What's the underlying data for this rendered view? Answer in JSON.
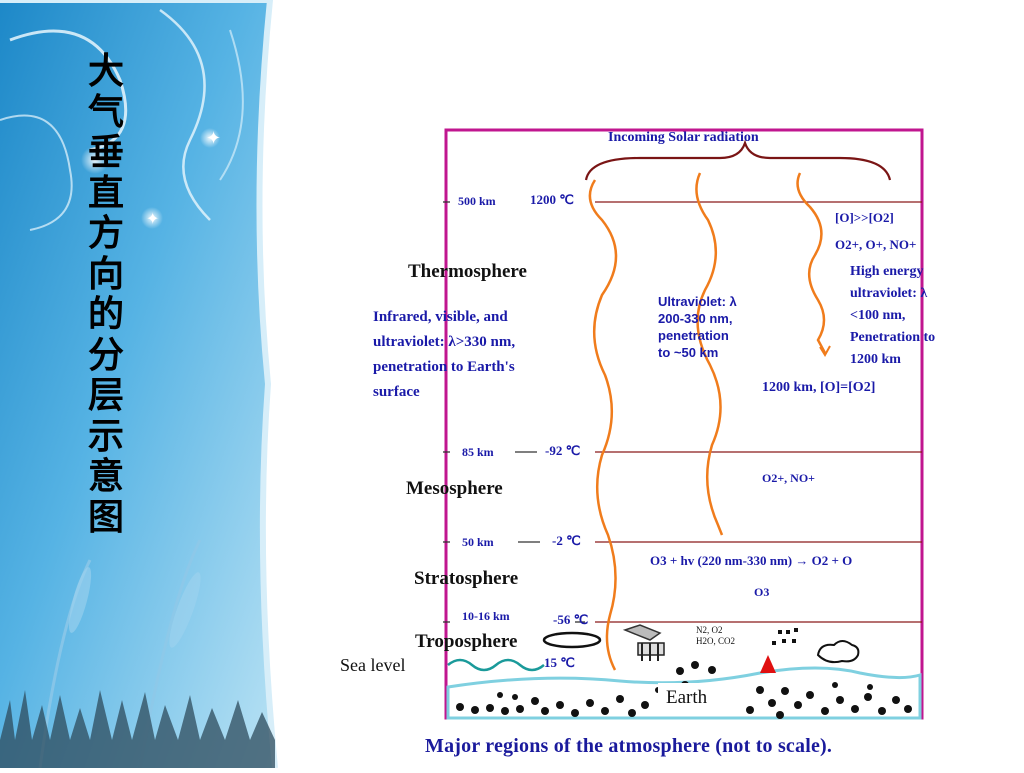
{
  "slide": {
    "vertical_title": "大气垂直方向的分层示意图",
    "caption": "Major regions of the atmosphere (not to scale)."
  },
  "diagram": {
    "incoming": "Incoming Solar radiation",
    "layers": {
      "thermosphere": "Thermosphere",
      "mesosphere": "Mesosphere",
      "stratosphere": "Stratosphere",
      "troposphere": "Troposphere"
    },
    "altitudes": {
      "a500": "500 km",
      "t1200": "1200 ℃",
      "a85": "85 km",
      "t92": "-92 ℃",
      "a50": "50 km",
      "t2": "-2 ℃",
      "a1016": "10-16 km",
      "t56": "-56 ℃",
      "t15": "15 ℃"
    },
    "sea_level": "Sea level",
    "earth": "Earth",
    "thermo_note": [
      "Infrared, visible, and",
      "ultraviolet: λ>330 nm,",
      "penetration to Earth's",
      "surface"
    ],
    "uv_note": [
      "Ultraviolet: λ",
      "200-330 nm,",
      "penetration",
      "to ~50 km"
    ],
    "high_energy_note": [
      "High energy",
      "ultraviolet: λ",
      "<100 nm,",
      "Penetration to",
      "1200 km"
    ],
    "o_gt_o2": "[O]>>[O2]",
    "ions_top": "O2+, O+, NO+",
    "o_eq_o2": "1200 km, [O]=[O2]",
    "ions_meso": "O2+, NO+",
    "ozone_reaction": "O3 + hv (220 nm-330 nm) → O2 + O",
    "ozone": "O3",
    "tropo_gases": [
      "N2, O2",
      "H2O, CO2"
    ]
  }
}
